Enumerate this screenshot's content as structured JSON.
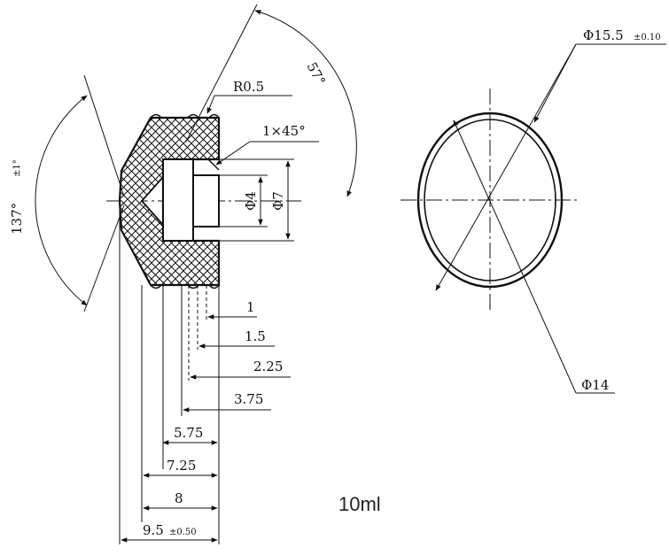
{
  "labels": {
    "radius": "R0.5",
    "chamfer": "1×45°",
    "angle_top": "57°",
    "angle_left": "137°",
    "angle_left_tol": "±1°",
    "bore_small": "Φ4",
    "bore_large": "Φ7",
    "outer_dia": "Φ15.5",
    "outer_dia_tol": "±0.10",
    "inner_dia": "Φ14",
    "len_1": "1",
    "len_1_5": "1.5",
    "len_2_25": "2.25",
    "len_3_75": "3.75",
    "len_5_75": "5.75",
    "len_7_25": "7.25",
    "len_8": "8",
    "len_9_5": "9.5",
    "len_9_5_tol": "±0.50",
    "caption": "10ml"
  }
}
